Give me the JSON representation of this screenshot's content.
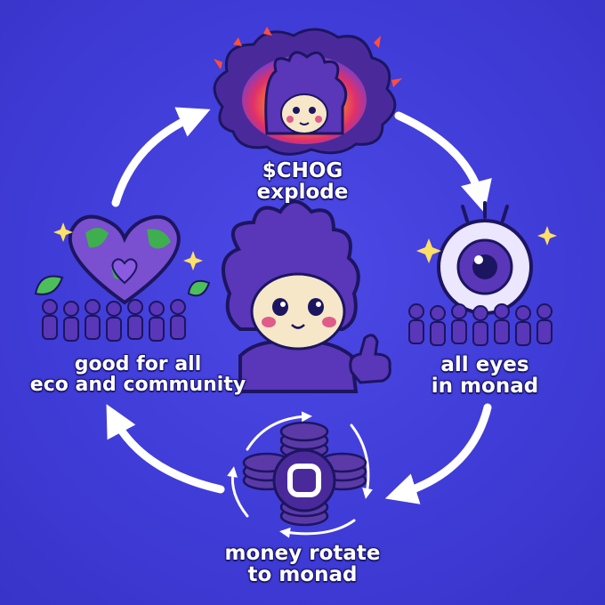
{
  "cycle": {
    "steps": [
      {
        "id": "explode",
        "lines": [
          "$CHOG",
          "explode"
        ]
      },
      {
        "id": "eyes",
        "lines": [
          "all eyes",
          "in monad"
        ]
      },
      {
        "id": "money",
        "lines": [
          "money rotate",
          "to monad"
        ]
      },
      {
        "id": "good",
        "lines": [
          "good for all",
          "eco and community"
        ]
      }
    ]
  },
  "colors": {
    "background": "#3f3bd6",
    "mascot": "#5a36b8",
    "arrow": "#ffffff",
    "coin": "#5b3aa8"
  }
}
